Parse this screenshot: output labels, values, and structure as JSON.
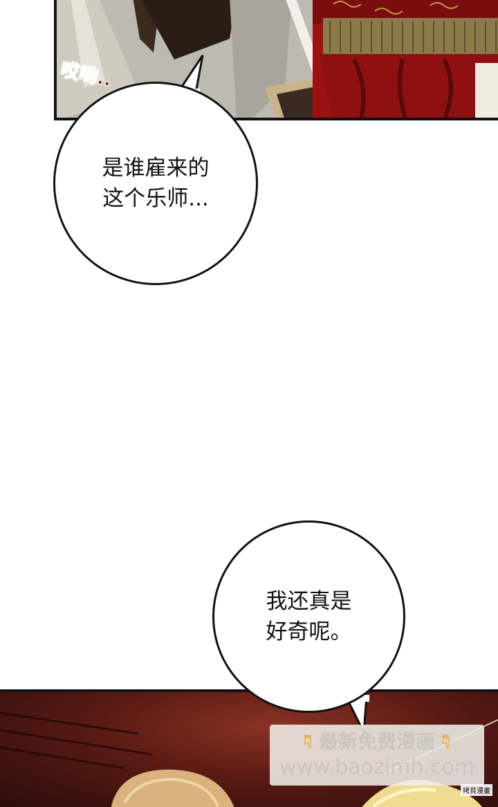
{
  "sfx": {
    "text": "哎哟.."
  },
  "bubbles": [
    {
      "text": "是谁雇来的\n这个乐师..."
    },
    {
      "text": "我还真是\n好奇呢。"
    }
  ],
  "watermark": {
    "line1": "最新免费漫画",
    "line2": "www.baozimh.com",
    "icon": "pointing-down-icon"
  },
  "credit": {
    "text": "拷貝漫畫"
  },
  "colors": {
    "sfx": "#8b1a14",
    "curtain_red": "#9b1212",
    "gold_fringe": "#8c7a4a"
  }
}
